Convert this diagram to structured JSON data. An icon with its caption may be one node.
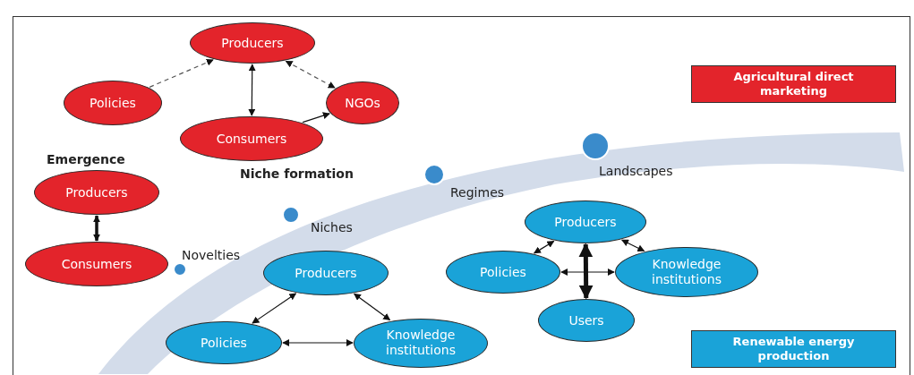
{
  "diagram": {
    "nodes": [
      {
        "text": [
          "Producers"
        ]
      },
      {
        "text": [
          "Policies"
        ]
      },
      {
        "text": [
          "NGOs"
        ]
      },
      {
        "text": [
          "Consumers"
        ]
      },
      {
        "text": [
          "Producers"
        ]
      },
      {
        "text": [
          "Consumers"
        ]
      },
      {
        "text": [],
        "shape": "circle",
        "beside": [
          "Novelties"
        ]
      },
      {
        "text": [],
        "shape": "circle",
        "beside": [
          "Niches"
        ]
      },
      {
        "text": [],
        "shape": "circle",
        "beside": [
          "Regimes"
        ]
      },
      {
        "text": [],
        "shape": "circle",
        "beside": [
          "Landscapes"
        ]
      },
      {
        "text": [
          "Producers"
        ]
      },
      {
        "text": [
          "Policies"
        ]
      },
      {
        "text": [
          "Knowledge institutions"
        ]
      },
      {
        "text": [
          "Users"
        ]
      },
      {
        "text": [
          "Producers"
        ]
      },
      {
        "text": [
          "Policies"
        ]
      },
      {
        "text": [
          "Knowledge institutions"
        ]
      }
    ],
    "edges": [
      {
        "from": 1,
        "to": 0,
        "arrow": "to",
        "style": "dashed"
      },
      {
        "from": 0,
        "to": 2,
        "arrow": "both",
        "style": "dashed"
      },
      {
        "from": 0,
        "to": 3,
        "arrow": "both"
      },
      {
        "from": 3,
        "to": 2,
        "arrow": "to"
      },
      {
        "from": 4,
        "to": 5,
        "arrow": "both",
        "style": "thick"
      },
      {
        "from": 10,
        "to": 11,
        "arrow": "both"
      },
      {
        "from": 10,
        "to": 12,
        "arrow": "both"
      },
      {
        "from": 11,
        "to": 12,
        "arrow": "both"
      },
      {
        "from": 10,
        "to": 13,
        "arrow": "both",
        "style": "thick"
      },
      {
        "from": 14,
        "to": 15,
        "arrow": "both"
      },
      {
        "from": 14,
        "to": 16,
        "arrow": "both"
      },
      {
        "from": 15,
        "to": 16,
        "arrow": "both"
      }
    ],
    "labels": [
      "Emergence",
      "Niche formation"
    ],
    "legend": [
      {
        "text": "Agricultural direct marketing",
        "color": "#e3242b"
      },
      {
        "text": "Renewable energy production",
        "color": "#1aa3d8"
      }
    ]
  }
}
